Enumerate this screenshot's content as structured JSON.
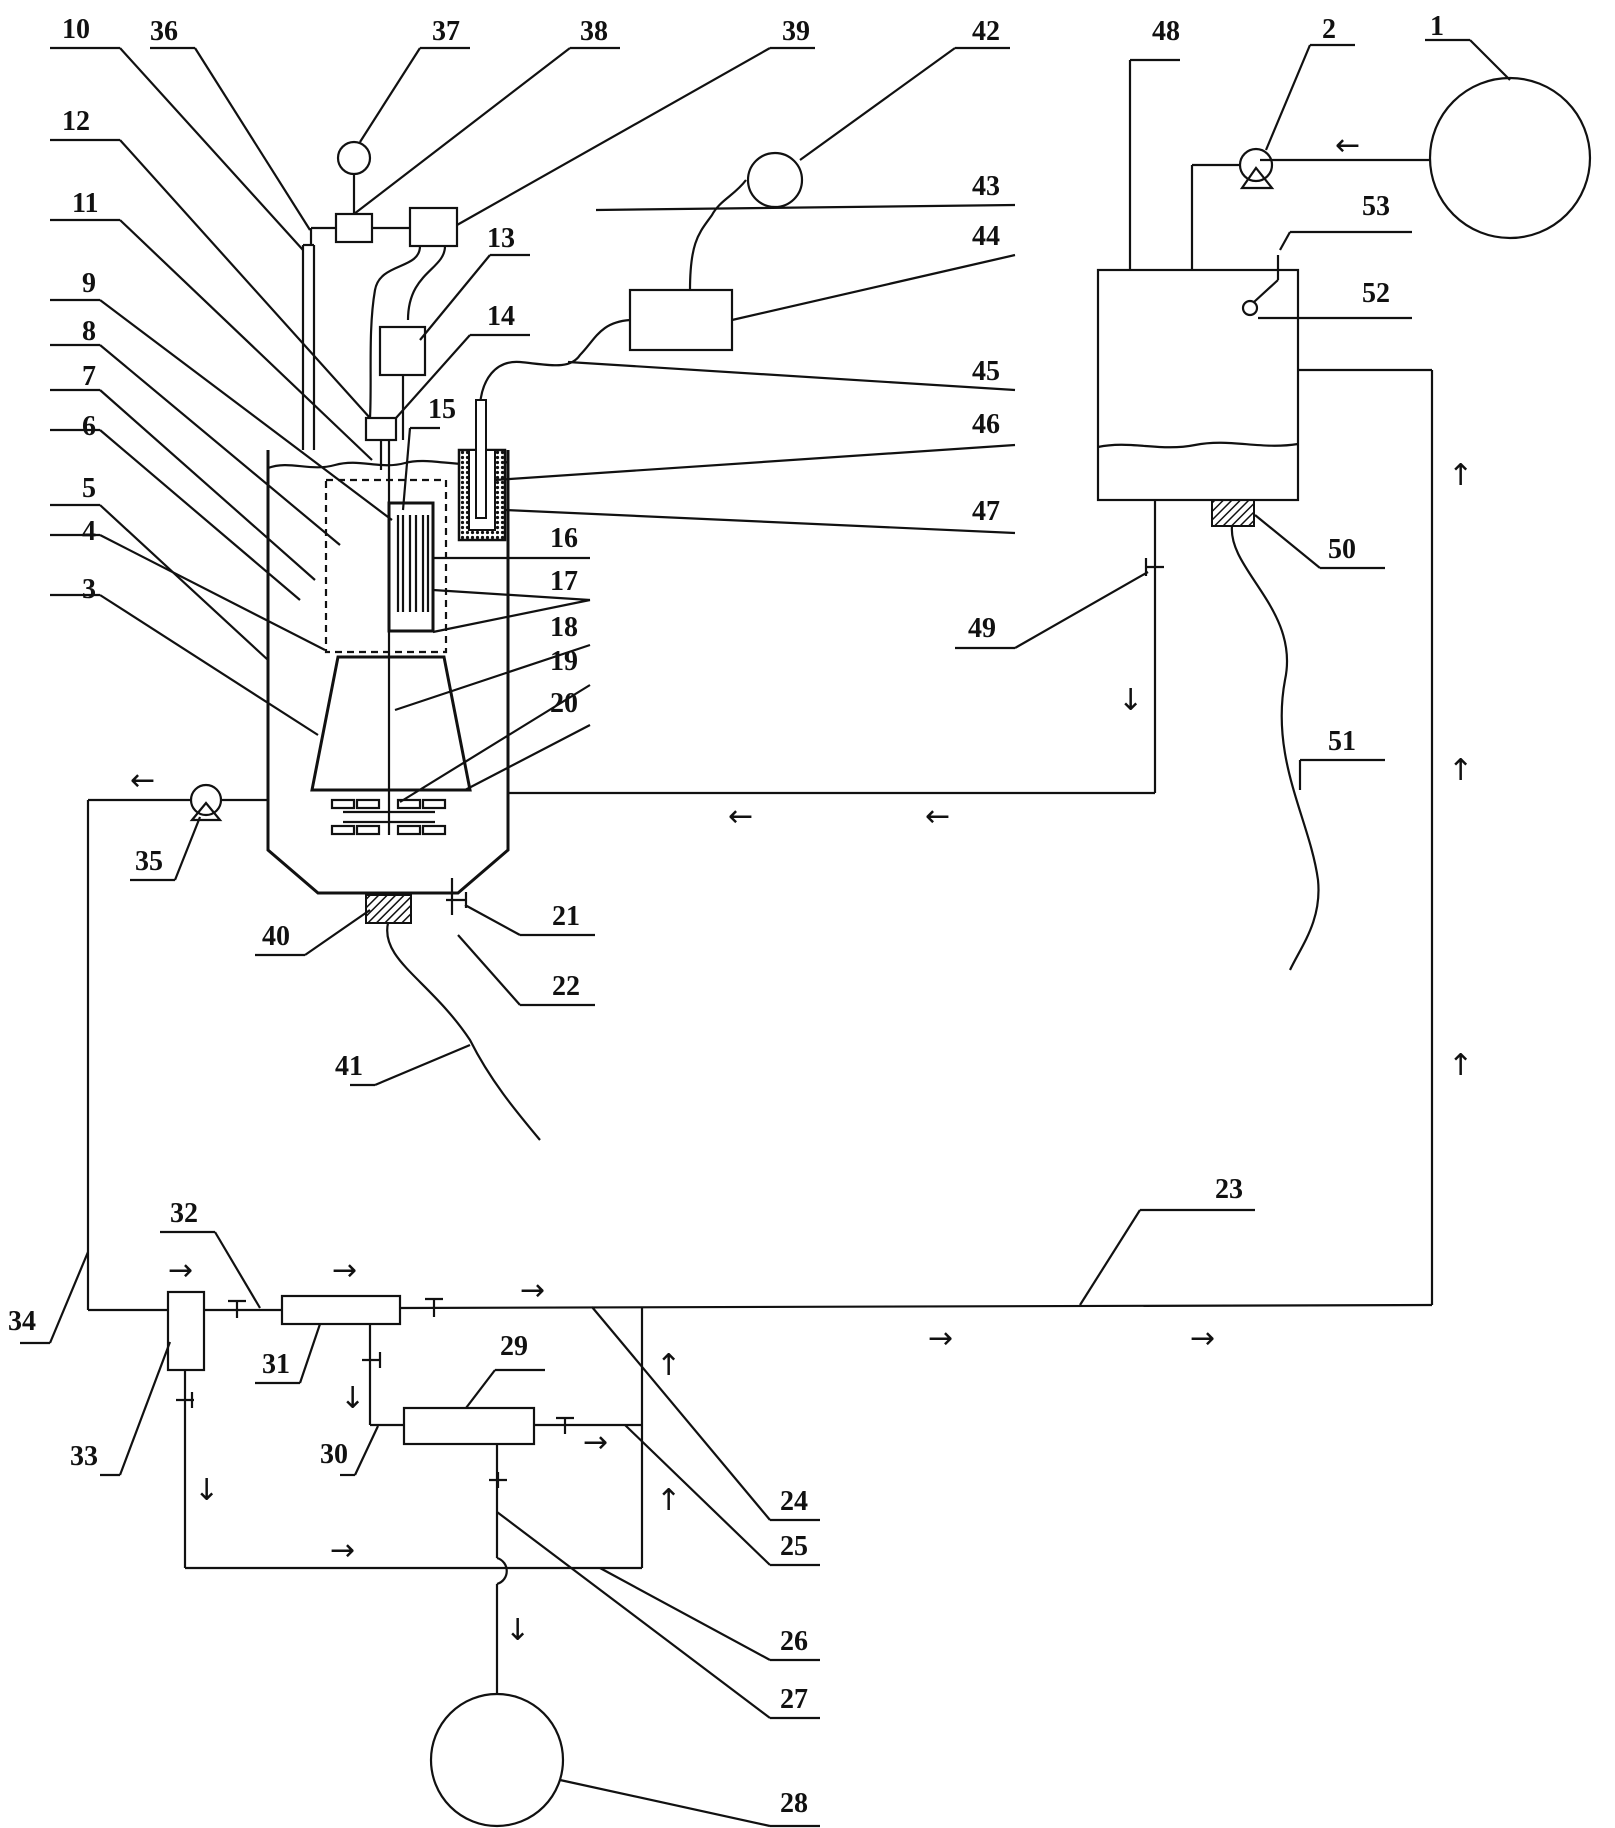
{
  "labels": [
    {
      "id": "1",
      "text": "1"
    },
    {
      "id": "2",
      "text": "2"
    },
    {
      "id": "3",
      "text": "3"
    },
    {
      "id": "4",
      "text": "4"
    },
    {
      "id": "5",
      "text": "5"
    },
    {
      "id": "6",
      "text": "6"
    },
    {
      "id": "7",
      "text": "7"
    },
    {
      "id": "8",
      "text": "8"
    },
    {
      "id": "9",
      "text": "9"
    },
    {
      "id": "10",
      "text": "10"
    },
    {
      "id": "11",
      "text": "11"
    },
    {
      "id": "12",
      "text": "12"
    },
    {
      "id": "13",
      "text": "13"
    },
    {
      "id": "14",
      "text": "14"
    },
    {
      "id": "15",
      "text": "15"
    },
    {
      "id": "16",
      "text": "16"
    },
    {
      "id": "17",
      "text": "17"
    },
    {
      "id": "18",
      "text": "18"
    },
    {
      "id": "19",
      "text": "19"
    },
    {
      "id": "20",
      "text": "20"
    },
    {
      "id": "21",
      "text": "21"
    },
    {
      "id": "22",
      "text": "22"
    },
    {
      "id": "23",
      "text": "23"
    },
    {
      "id": "24",
      "text": "24"
    },
    {
      "id": "25",
      "text": "25"
    },
    {
      "id": "26",
      "text": "26"
    },
    {
      "id": "27",
      "text": "27"
    },
    {
      "id": "28",
      "text": "28"
    },
    {
      "id": "29",
      "text": "29"
    },
    {
      "id": "30",
      "text": "30"
    },
    {
      "id": "31",
      "text": "31"
    },
    {
      "id": "32",
      "text": "32"
    },
    {
      "id": "33",
      "text": "33"
    },
    {
      "id": "34",
      "text": "34"
    },
    {
      "id": "35",
      "text": "35"
    },
    {
      "id": "36",
      "text": "36"
    },
    {
      "id": "37",
      "text": "37"
    },
    {
      "id": "38",
      "text": "38"
    },
    {
      "id": "39",
      "text": "39"
    },
    {
      "id": "40",
      "text": "40"
    },
    {
      "id": "41",
      "text": "41"
    },
    {
      "id": "42",
      "text": "42"
    },
    {
      "id": "43",
      "text": "43"
    },
    {
      "id": "44",
      "text": "44"
    },
    {
      "id": "45",
      "text": "45"
    },
    {
      "id": "46",
      "text": "46"
    },
    {
      "id": "47",
      "text": "47"
    },
    {
      "id": "48",
      "text": "48"
    },
    {
      "id": "49",
      "text": "49"
    },
    {
      "id": "50",
      "text": "50"
    },
    {
      "id": "51",
      "text": "51"
    },
    {
      "id": "52",
      "text": "52"
    },
    {
      "id": "53",
      "text": "53"
    }
  ],
  "arrows": {
    "left": "←",
    "right": "→",
    "up": "↑",
    "down": "↓"
  }
}
